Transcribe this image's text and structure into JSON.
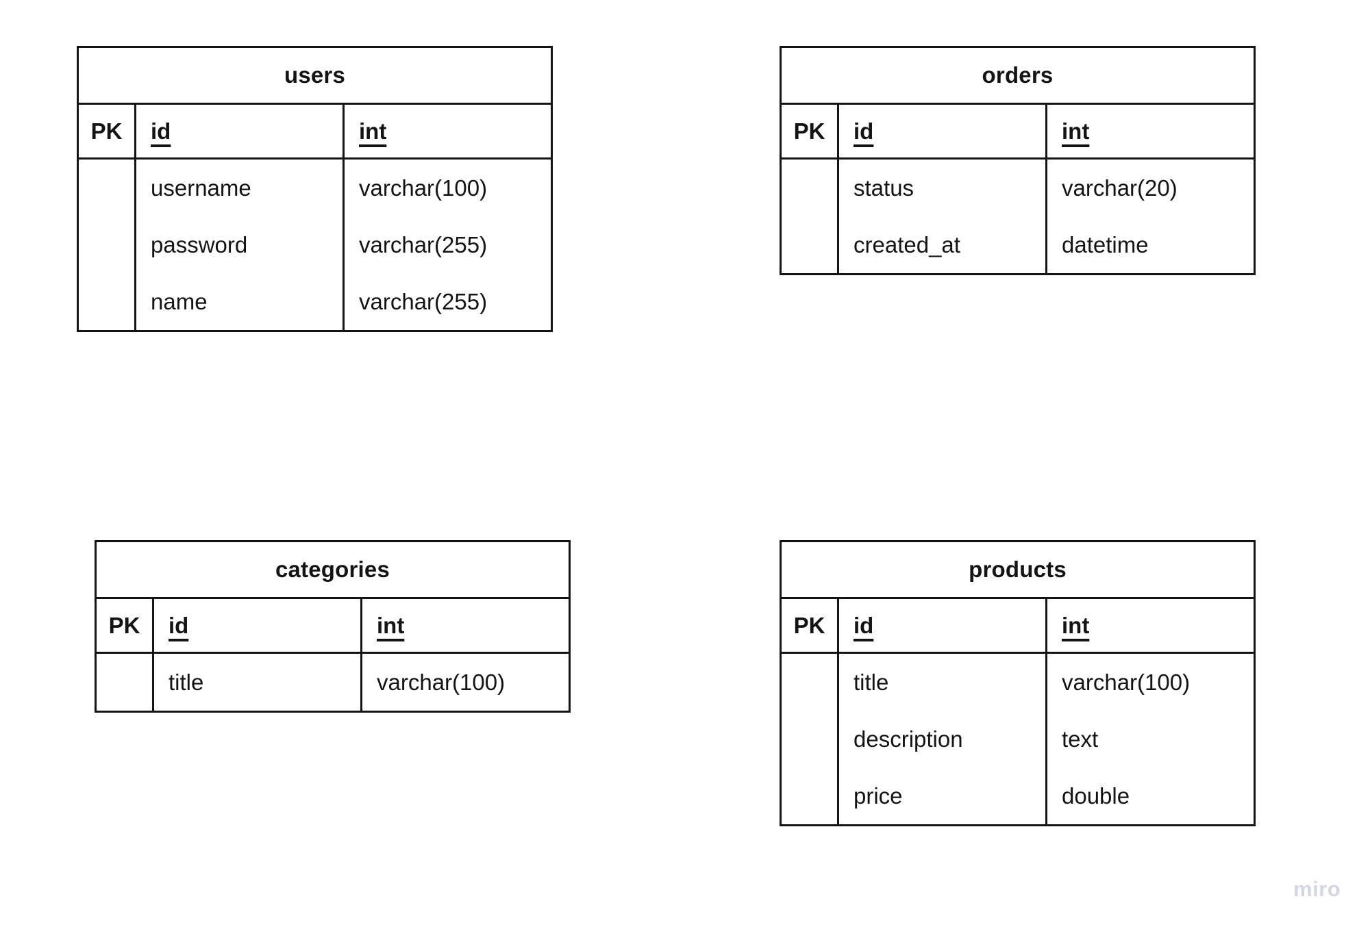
{
  "board": {
    "background_color": "#ffffff",
    "line_color": "#141414",
    "text_color": "#141414"
  },
  "watermark": {
    "label": "miro",
    "color": "#d6d6e2"
  },
  "entities": [
    {
      "name": "users",
      "header": {
        "pk": "PK",
        "attr": "id",
        "type": "int"
      },
      "attributes": [
        {
          "name": "username",
          "type": "varchar(100)"
        },
        {
          "name": "password",
          "type": "varchar(255)"
        },
        {
          "name": "name",
          "type": "varchar(255)"
        }
      ]
    },
    {
      "name": "orders",
      "header": {
        "pk": "PK",
        "attr": "id",
        "type": "int"
      },
      "attributes": [
        {
          "name": "status",
          "type": "varchar(20)"
        },
        {
          "name": "created_at",
          "type": "datetime"
        }
      ]
    },
    {
      "name": "categories",
      "header": {
        "pk": "PK",
        "attr": "id",
        "type": "int"
      },
      "attributes": [
        {
          "name": "title",
          "type": "varchar(100)"
        }
      ]
    },
    {
      "name": "products",
      "header": {
        "pk": "PK",
        "attr": "id",
        "type": "int"
      },
      "attributes": [
        {
          "name": "title",
          "type": "varchar(100)"
        },
        {
          "name": "description",
          "type": "text"
        },
        {
          "name": "price",
          "type": "double"
        }
      ]
    }
  ]
}
